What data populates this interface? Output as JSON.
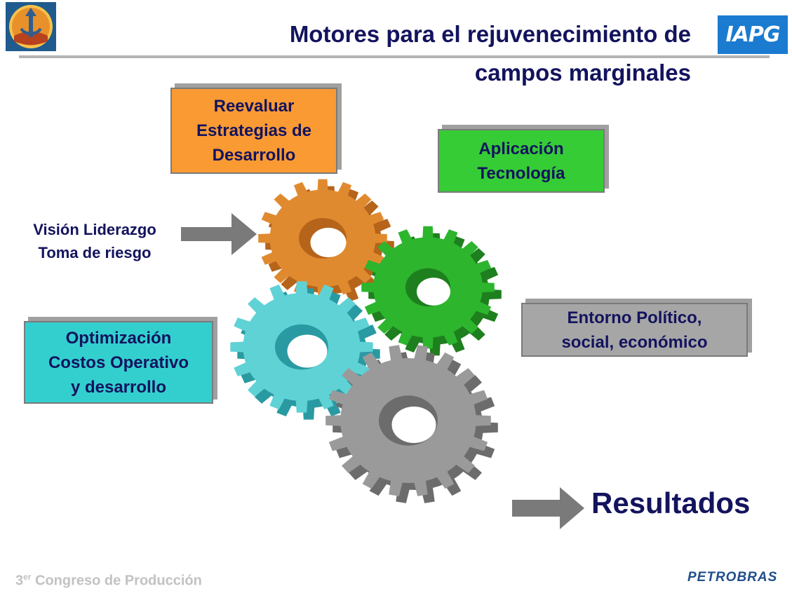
{
  "header": {
    "title_line1": "Motores para el rejuvenecimiento de",
    "title_line2": "campos marginales",
    "logo_left_icon": "congress-logo-icon",
    "logo_right_text": "IAPG"
  },
  "boxes": {
    "reevaluar": "Reevaluar\nEstrategias de\nDesarrollo",
    "aplicacion": "Aplicación\nTecnología",
    "optimizacion": "Optimización\nCostos Operativo\ny desarrollo",
    "entorno": "Entorno Político,\nsocial, económico"
  },
  "vision_text": "Visión Liderazgo\nToma de riesgo",
  "resultados": "Resultados",
  "footer": {
    "congress_prefix": "3",
    "congress_sup": "er",
    "congress_rest": " Congreso de Producción",
    "brand": "PETROBRAS"
  },
  "colors": {
    "title": "#13135e",
    "orange": "#f99a33",
    "green": "#35cc35",
    "cyan": "#33cfcf",
    "grey": "#a6a6a6",
    "arrow": "#7a7a7a"
  },
  "icons": [
    "congress-logo-icon",
    "iapg-logo-icon",
    "arrow-right-icon",
    "gear-icon"
  ]
}
